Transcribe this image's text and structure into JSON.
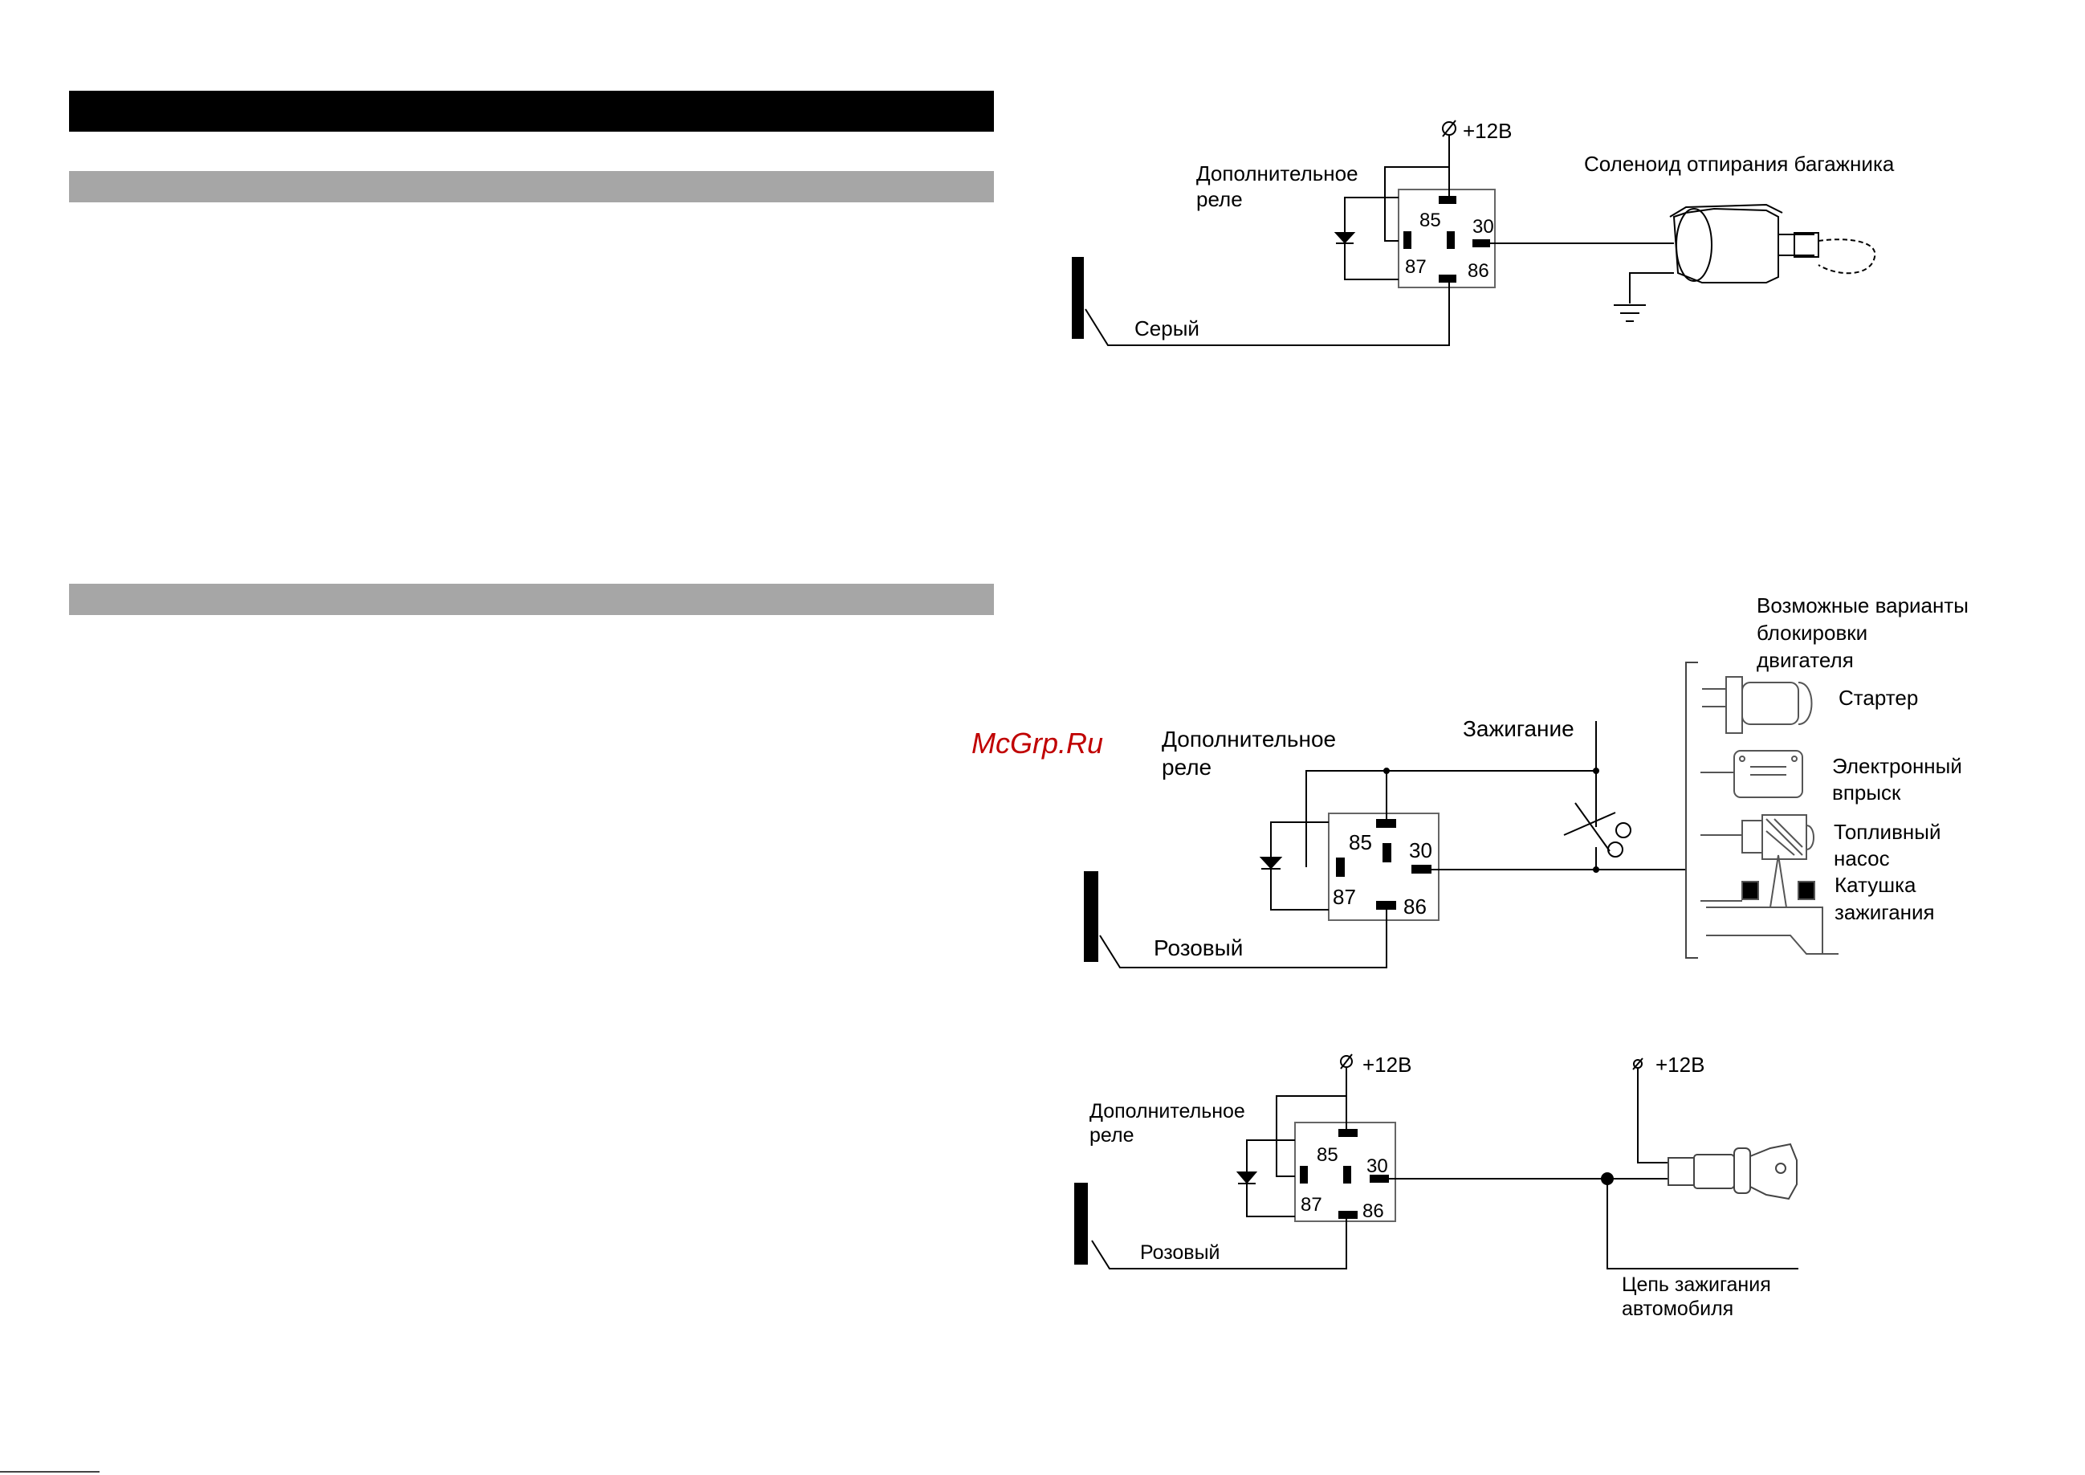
{
  "watermark": "McGrp.Ru",
  "diagram1": {
    "relay_label_line1": "Дополнительное",
    "relay_label_line2": "реле",
    "supply_label": "+12В",
    "wire_label": "Серый",
    "load_label": "Соленоид отпирания багажника",
    "pins": {
      "p85": "85",
      "p30": "30",
      "p87": "87",
      "p86": "86"
    }
  },
  "diagram2": {
    "relay_label_line1": "Дополнительное",
    "relay_label_line2": "реле",
    "ignition_label": "Зажигание",
    "wire_label": "Розовый",
    "pins": {
      "p85": "85",
      "p30": "30",
      "p87": "87",
      "p86": "86"
    },
    "options_title": [
      "Возможные варианты",
      "блокировки",
      "двигателя"
    ],
    "options": {
      "starter": [
        "Стартер"
      ],
      "injection": [
        "Электронный",
        "впрыск"
      ],
      "fuel_pump": [
        "Топливный",
        "насос"
      ],
      "coil": [
        "Катушка",
        "зажигания"
      ]
    }
  },
  "diagram3": {
    "relay_label_line1": "Дополнительное",
    "relay_label_line2": "реле",
    "supply_label_1": "+12В",
    "supply_label_2": "+12В",
    "wire_label": "Розовый",
    "circuit_label": [
      "Цепь зажигания",
      "автомобиля"
    ],
    "pins": {
      "p85": "85",
      "p30": "30",
      "p87": "87",
      "p86": "86"
    }
  },
  "colors": {
    "line": "#000000",
    "gray_bar": "#a6a6a6",
    "watermark": "#c00000"
  }
}
